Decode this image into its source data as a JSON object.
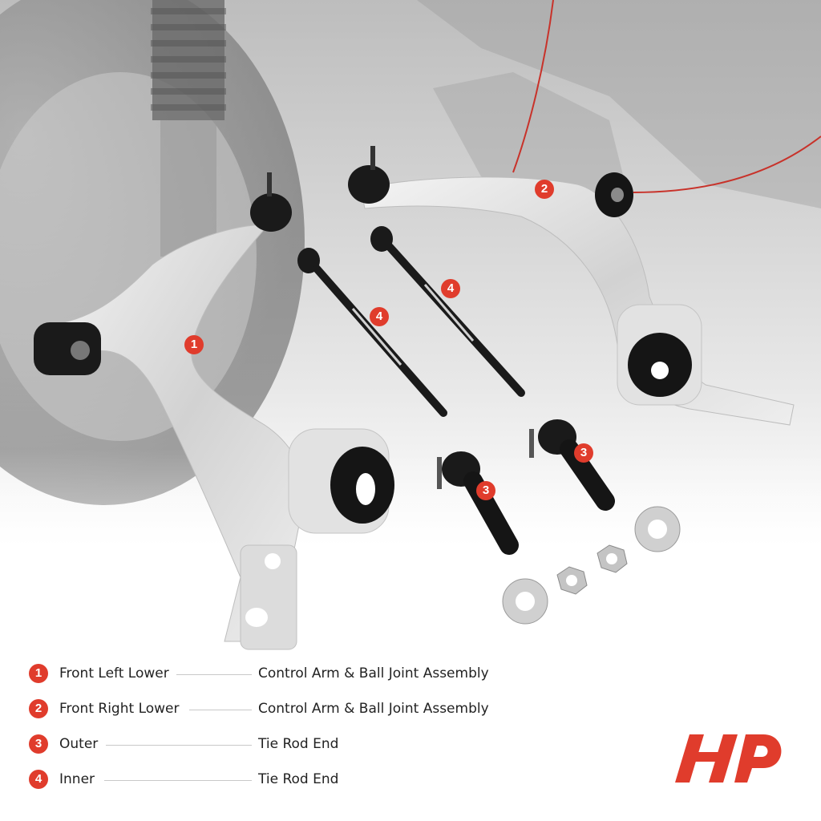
{
  "callouts": [
    {
      "number": "1"
    },
    {
      "number": "2"
    },
    {
      "number": "3"
    },
    {
      "number": "3"
    },
    {
      "number": "4"
    },
    {
      "number": "4"
    }
  ],
  "legend": [
    {
      "number": "1",
      "name": "Front Left Lower",
      "description": "Control Arm & Ball Joint Assembly"
    },
    {
      "number": "2",
      "name": "Front Right Lower",
      "description": "Control Arm & Ball Joint Assembly"
    },
    {
      "number": "3",
      "name": "Outer",
      "description": "Tie Rod End"
    },
    {
      "number": "4",
      "name": "Inner",
      "description": "Tie Rod End"
    }
  ],
  "colors": {
    "accent": "#e03c2c",
    "text": "#222222",
    "metal": "#e6e6e6",
    "rubber": "#151515"
  },
  "logo": {
    "icon": "brand-logo-icon"
  }
}
